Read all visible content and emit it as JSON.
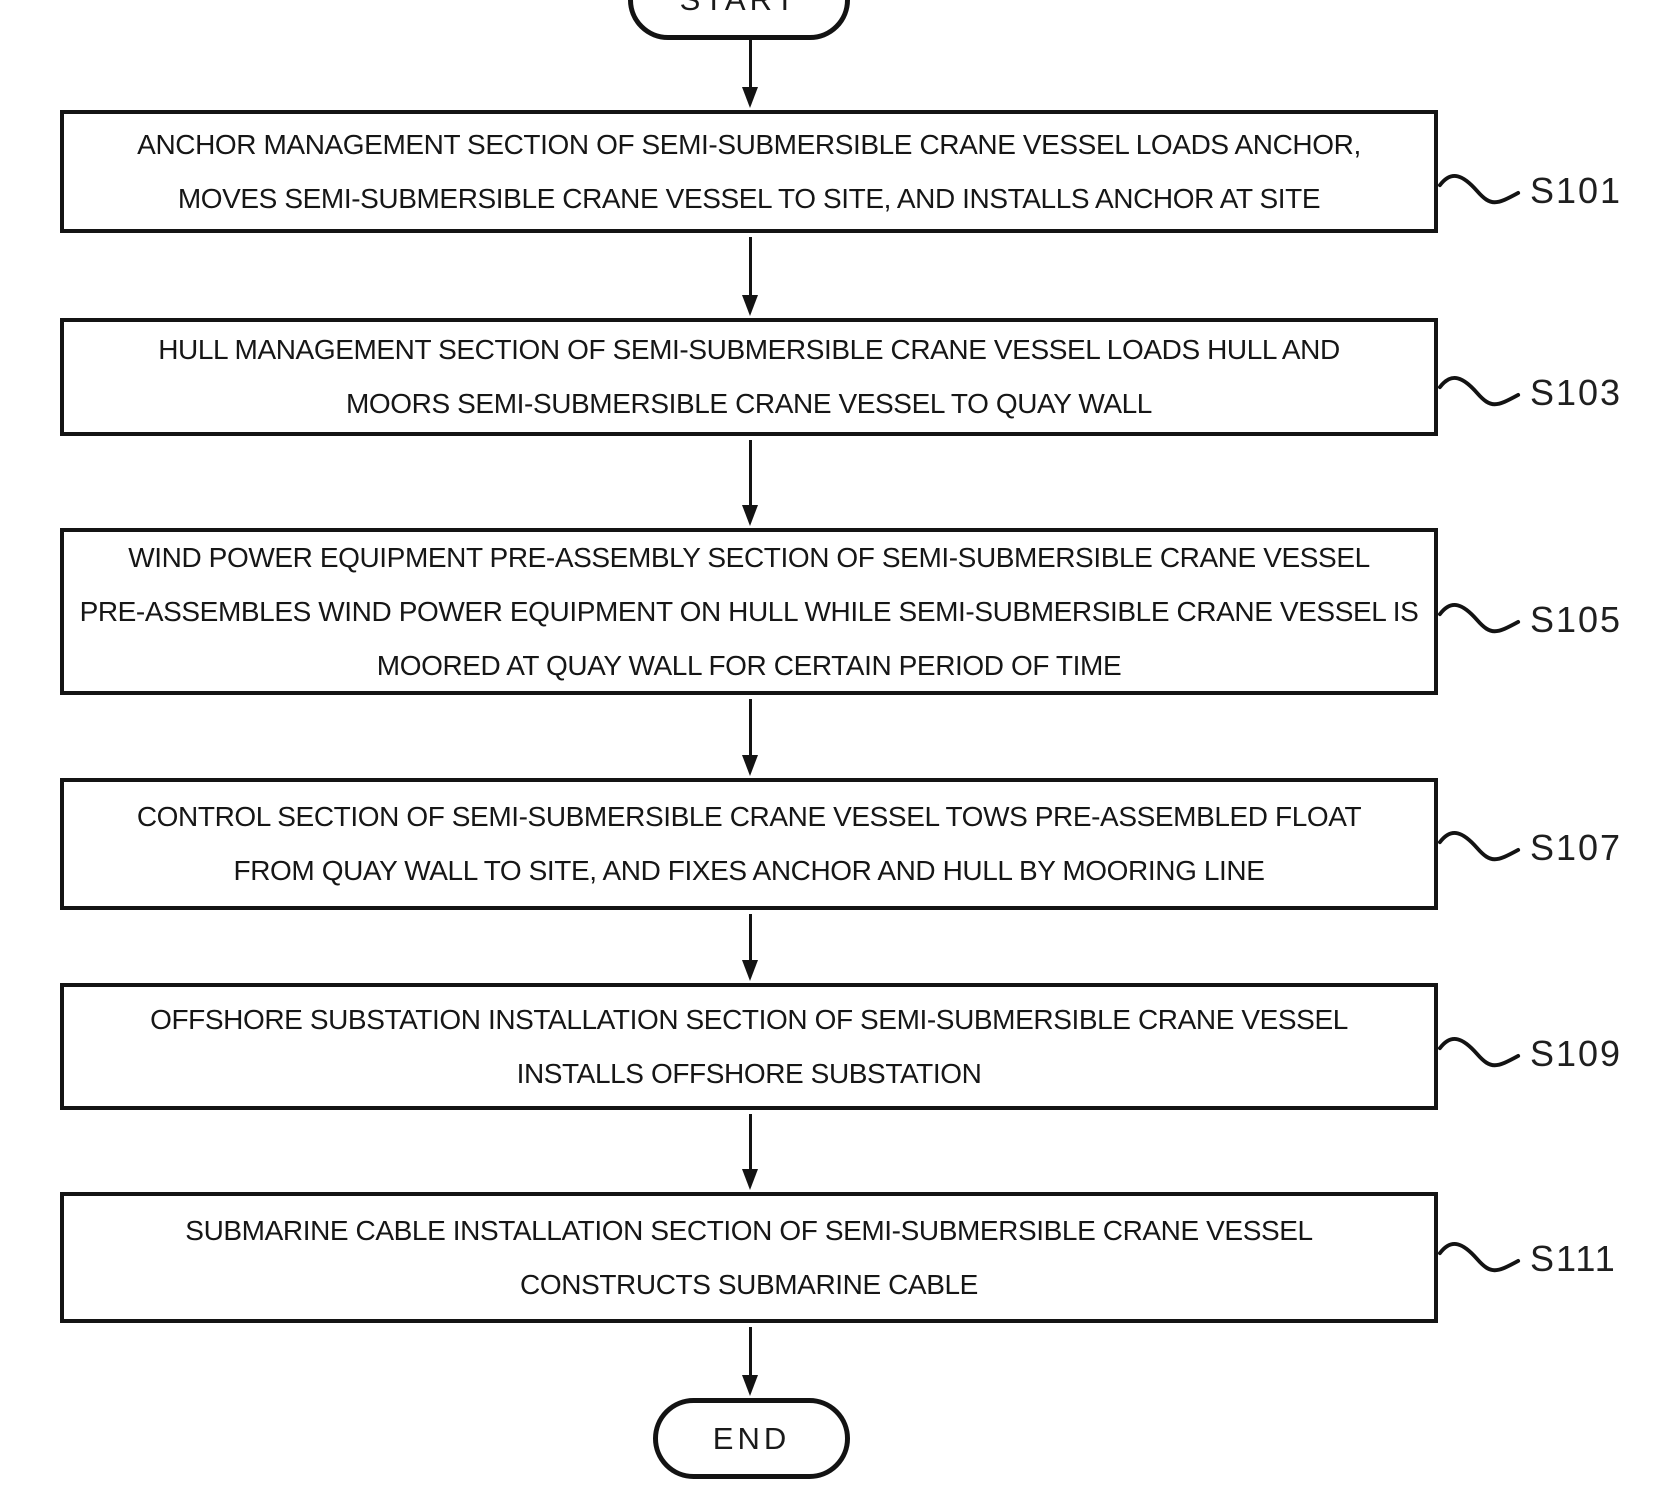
{
  "terminals": {
    "start": "START",
    "end": "END"
  },
  "steps": [
    {
      "id": "S101",
      "lines": [
        "ANCHOR MANAGEMENT SECTION OF SEMI-SUBMERSIBLE CRANE VESSEL LOADS ANCHOR,",
        "MOVES SEMI-SUBMERSIBLE CRANE VESSEL TO SITE, AND INSTALLS ANCHOR AT SITE"
      ]
    },
    {
      "id": "S103",
      "lines": [
        "HULL MANAGEMENT SECTION OF SEMI-SUBMERSIBLE CRANE VESSEL LOADS HULL AND",
        "MOORS SEMI-SUBMERSIBLE CRANE VESSEL TO QUAY WALL"
      ]
    },
    {
      "id": "S105",
      "lines": [
        "WIND POWER EQUIPMENT PRE-ASSEMBLY SECTION OF SEMI-SUBMERSIBLE CRANE VESSEL",
        "PRE-ASSEMBLES WIND POWER EQUIPMENT ON HULL WHILE SEMI-SUBMERSIBLE CRANE VESSEL IS",
        "MOORED AT QUAY WALL FOR CERTAIN PERIOD OF TIME"
      ]
    },
    {
      "id": "S107",
      "lines": [
        "CONTROL SECTION OF SEMI-SUBMERSIBLE CRANE VESSEL TOWS PRE-ASSEMBLED FLOAT",
        "FROM QUAY WALL TO SITE, AND FIXES ANCHOR AND HULL BY MOORING LINE"
      ]
    },
    {
      "id": "S109",
      "lines": [
        "OFFSHORE SUBSTATION INSTALLATION SECTION OF SEMI-SUBMERSIBLE CRANE VESSEL",
        "INSTALLS OFFSHORE SUBSTATION"
      ]
    },
    {
      "id": "S111",
      "lines": [
        "SUBMARINE CABLE INSTALLATION SECTION OF SEMI-SUBMERSIBLE CRANE VESSEL",
        "CONSTRUCTS SUBMARINE CABLE"
      ]
    }
  ],
  "colors": {
    "ink": "#131313",
    "paper": "#ffffff"
  }
}
